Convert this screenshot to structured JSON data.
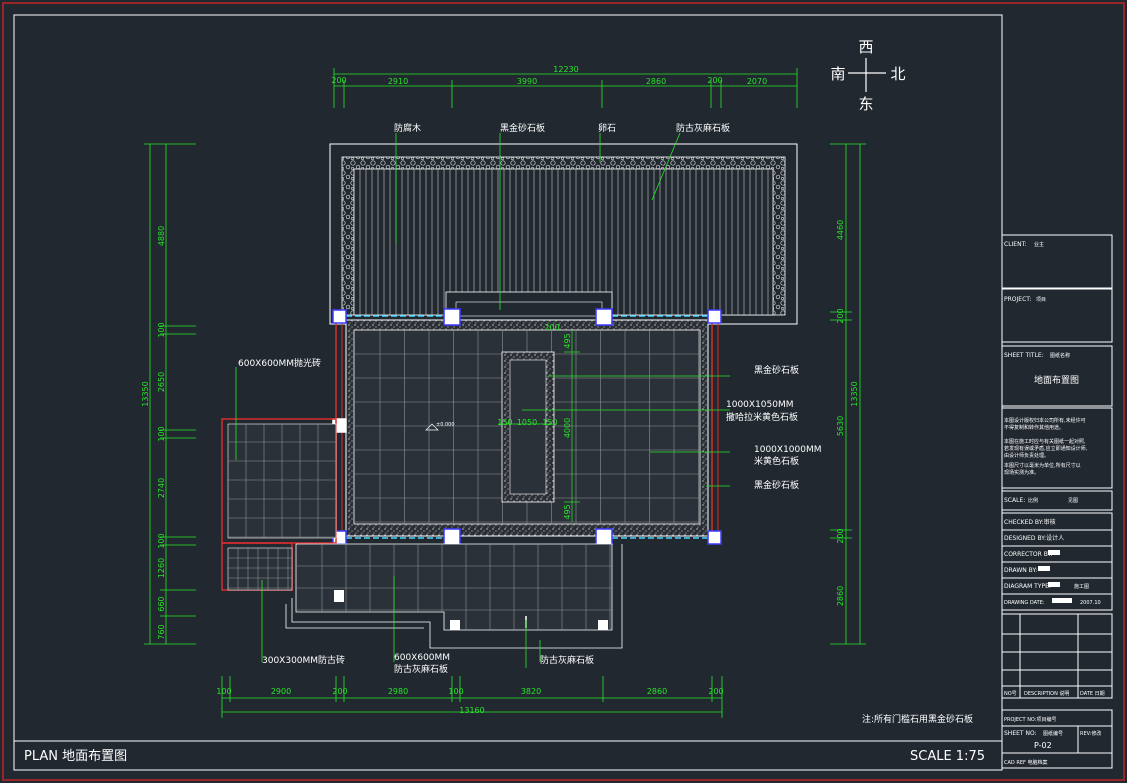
{
  "compass": {
    "north_top": "西",
    "south_left": "南",
    "east_bottom": "东",
    "west_right": "北"
  },
  "dims_top": {
    "total": "12230",
    "segments": [
      "200",
      "2910",
      "3990",
      "2860",
      "200",
      "2070"
    ]
  },
  "dims_bottom": {
    "total": "13160",
    "segments": [
      "100",
      "2900",
      "200",
      "2980",
      "100",
      "3820",
      "2860",
      "200"
    ]
  },
  "dims_left": {
    "total": "13350",
    "segments": [
      "4880",
      "100",
      "2650",
      "100",
      "2740",
      "100",
      "1260",
      "660",
      "760"
    ]
  },
  "dims_right": {
    "total": "13350",
    "sub_total": "5630",
    "segments": [
      "4460",
      "200",
      "200",
      "2860"
    ]
  },
  "dims_inner": {
    "d4000": "4000",
    "d495a": "495",
    "d495b": "495",
    "d200": "200",
    "d150a": "150",
    "d1050": "1050",
    "d150b": "150",
    "elev": "±0.000"
  },
  "labels": {
    "wood": "防腐木",
    "granite_top": "黑金砂石板",
    "pebble": "卵石",
    "antique_top": "防古灰麻石板",
    "polished": "600X600MM抛光砖",
    "black_gold_r1": "黑金砂石板",
    "ak_line1": "1000X1050MM",
    "ak_line2": "撒哈拉米黄色石板",
    "mh_line1": "1000X1000MM",
    "mh_line2": "米黄色石板",
    "black_gold_r2": "黑金砂石板",
    "antique300": "300X300MM防古砖",
    "antique600_l1": "600X600MM",
    "antique600_l2": "防古灰麻石板",
    "antique_bottom": "防古灰麻石板",
    "note": "注:所有门槛石用黑金砂石板"
  },
  "footer": {
    "plan_title": "PLAN 地面布置图",
    "scale": "SCALE 1:75"
  },
  "title_block": {
    "client_label": "CLIENT:",
    "client_value": "业主",
    "project_label": "PROJECT:",
    "project_value": "项目",
    "sheet_title_label": "SHEET TITLE:",
    "sheet_title_hint": "图纸名称",
    "sheet_title_value": "地面布置图",
    "notes": [
      "本图设计版权归本公司所有,未经许可",
      "不得复制和转作其他用途。",
      "本图在施工时应与有关图纸一起对照,",
      "若发现有误或矛盾,应立即通知设计师,",
      "由设计师负责处理。",
      "本图尺寸以毫米为单位,所有尺寸以",
      "现场实测为准。"
    ],
    "scale_label": "SCALE:",
    "scale_hint": "比例",
    "scale_value": "见图",
    "checked": "CHECKED BY:审核",
    "designed": "DESIGNED BY:设计人",
    "corrector": "CORRECTOR BY:",
    "drawn": "DRAWN BY:",
    "diagram_type": "DIAGRAM TYPE:",
    "diagram_type_value": "施工图",
    "drawing_date": "DRAWING DATE:",
    "drawing_date_value": "2007.10",
    "rev_no": "NO号",
    "rev_desc": "DESCRIPTION 说明",
    "rev_date": "DATE 日期",
    "project_no": "PROJECT NO:项目编号",
    "sheet_no_label": "SHEET NO:",
    "sheet_no_hint": "图纸编号",
    "sheet_no_value": "P-02",
    "rev_label": "REV:修改",
    "cad_ref": "CAD REF 电脑档案"
  },
  "colors": {
    "background": "#212830",
    "frame": "#ffffff",
    "border": "#c02424",
    "dimension": "#27e627",
    "wall_red": "#d82c2c",
    "glass": "#42d6ff",
    "pillar_blue": "#3a3aff"
  }
}
